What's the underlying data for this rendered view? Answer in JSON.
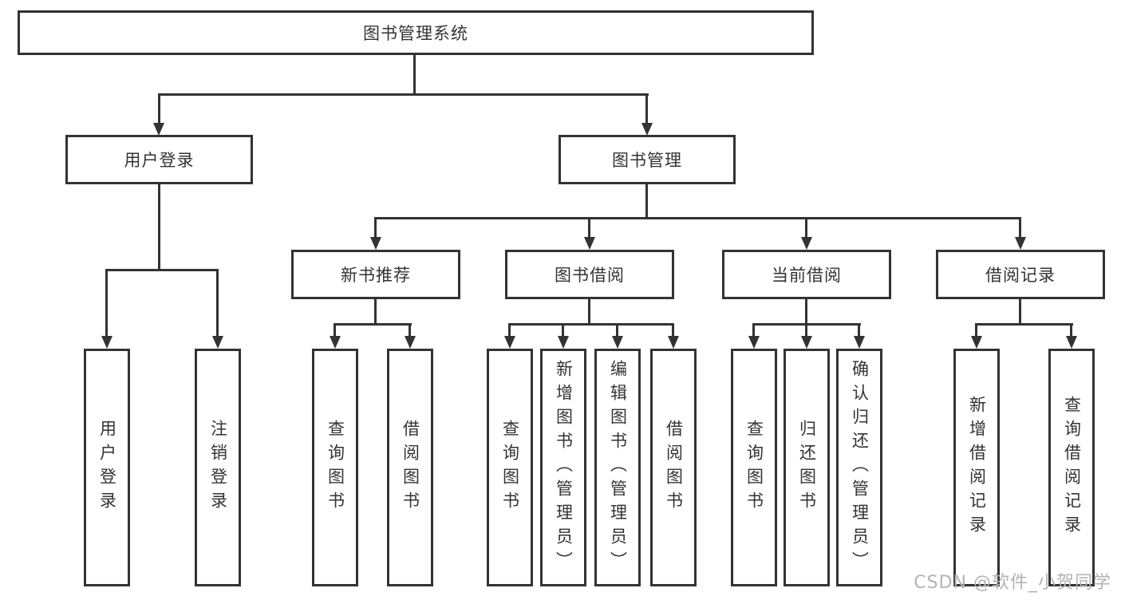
{
  "colors": {
    "line": "#333333",
    "text": "#333333",
    "watermark": "#b3b3b3",
    "background": "#ffffff"
  },
  "tree": {
    "root": {
      "label": "图书管理系统"
    },
    "level2": [
      {
        "label": "用户登录",
        "leaves": [
          "用户登录",
          "注销登录"
        ]
      },
      {
        "label": "图书管理",
        "groups": [
          {
            "label": "新书推荐",
            "leaves": [
              "查询图书",
              "借阅图书"
            ]
          },
          {
            "label": "图书借阅",
            "leaves": [
              "查询图书",
              "新增图书（管理员）",
              "编辑图书（管理员）",
              "借阅图书"
            ]
          },
          {
            "label": "当前借阅",
            "leaves": [
              "查询图书",
              "归还图书",
              "确认归还（管理员）"
            ]
          },
          {
            "label": "借阅记录",
            "leaves": [
              "新增借阅记录",
              "查询借阅记录"
            ]
          }
        ]
      }
    ]
  },
  "watermark": {
    "text": "CSDN @软件_小贺同学"
  }
}
